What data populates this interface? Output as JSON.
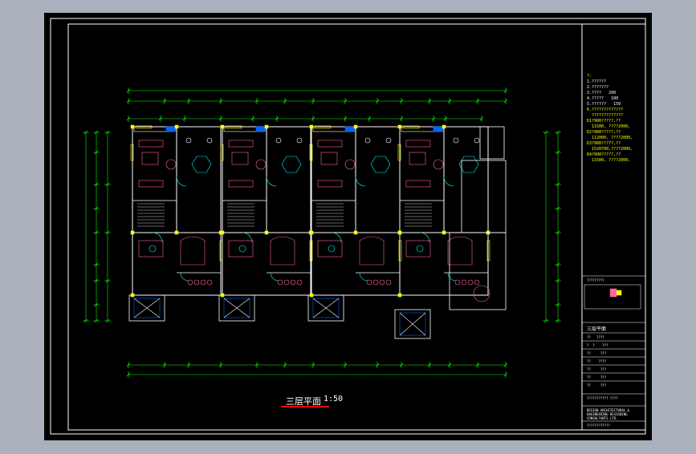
{
  "drawing": {
    "title": "三层平面",
    "scale": "1:50",
    "colors": {
      "background": "#000000",
      "frame": "#ffffff",
      "walls": "#ffffff",
      "dimensions": "#00ff00",
      "furniture": "#ff6699",
      "doors": "#00ffff",
      "windows": "#ffff00",
      "fixtures": "#0066ff",
      "title_underline": "#ff0000"
    }
  },
  "notes": {
    "header": "?:",
    "lines": [
      "1.??????",
      "2.???????",
      "3.????   200",
      "4.?????   100",
      "5.??????   150",
      "6.?????????????",
      "  ?????????????",
      "D1?900?????,??",
      "  11500, ????2000,",
      "D2?900?????,??",
      "  112000, ????2000,",
      "D3?900?????,??",
      "  1520700,????2000,",
      "D4?900?????,??",
      "  11500, ????2000,"
    ]
  },
  "title_block": {
    "rows": [
      "?????????",
      "三层平面",
      "??   ????",
      "?  ?    ???",
      "??     ???",
      "??    ????",
      "??     ???",
      "??     ???",
      "??     ???"
    ],
    "company": "??????????? ????",
    "company_en": "DESIGN ARCHITECTURAL & ENGINEERING DESIGNING CONSULTANTS LTD.",
    "footer": "????????????"
  }
}
